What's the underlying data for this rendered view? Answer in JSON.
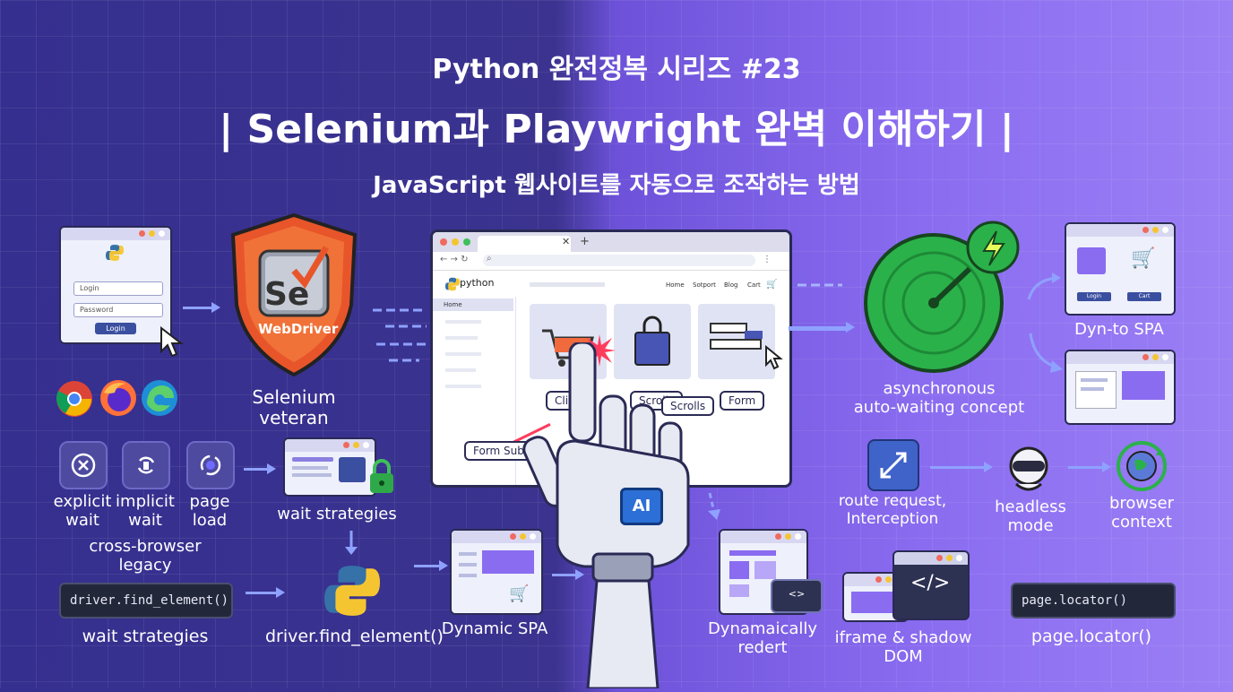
{
  "header": {
    "series": "Python 완전정복 시리즈 #23",
    "title": "| Selenium과 Playwright 완벽 이해하기  |",
    "subtitle": "JavaScript 웹사이트를 자동으로 조작하는 방법"
  },
  "left": {
    "login": {
      "username_placeholder": "Login",
      "password_placeholder": "Password",
      "button": "Login"
    },
    "shield_text": "WebDriver",
    "shield_logo": "Se",
    "selenium_label": "Selenium veteran",
    "waits": [
      {
        "label": "explicit\nwait",
        "icon": "x-circle-icon"
      },
      {
        "label": "implicit\nwait",
        "icon": "refresh-icon"
      },
      {
        "label": "page load",
        "icon": "sync-icon"
      }
    ],
    "cross_browser": "cross-browser\nlegacy",
    "wait_strategies_mid": "wait strategies",
    "code1": "driver.find_element()",
    "wait_strategies_bottom": "wait strategies",
    "python_label": "driver.find_element()"
  },
  "center": {
    "browser": {
      "logo": "python",
      "nav": [
        "Home",
        "Sotport",
        "Blog",
        "Cart"
      ],
      "sidebar_item": "Home",
      "labels": [
        "Clicks",
        "Scrolls",
        "Form"
      ],
      "extra_label": "Scrolls",
      "form_sub": "Form Sub"
    },
    "robot_chip": "AI",
    "dynamic_spa": "Dynamic SPA"
  },
  "right": {
    "radar_label": "asynchronous\nauto-waiting concept",
    "dyn_spa": "Dyn-to SPA",
    "mini_buttons": [
      "Login",
      "Cart"
    ],
    "route": "route request,\nInterception",
    "headless": "headless mode",
    "context": "browser\ncontext",
    "dyn_render": "Dynamaically\nredert",
    "iframe": "iframe & shadow DOM",
    "code2": "page.locator()",
    "locator_label": "page.locator()"
  },
  "colors": {
    "left_bg": "#352f8f",
    "right_bg": "#8a6cf0",
    "shield": "#e8552a",
    "radar": "#2bb14a",
    "python_blue": "#3671a8",
    "python_yellow": "#f5c531"
  }
}
